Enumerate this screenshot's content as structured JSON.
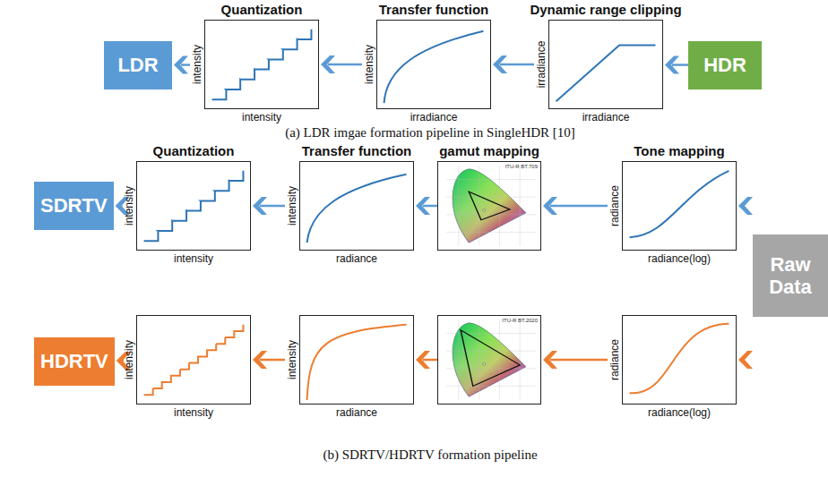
{
  "diagram": {
    "nodes": [
      {
        "text": [
          "LDR"
        ]
      },
      {
        "text": [
          "Quantization",
          "intensity",
          "intensity"
        ]
      },
      {
        "text": [
          "Transfer function",
          "intensity",
          "irradiance"
        ]
      },
      {
        "text": [
          "Dynamic range clipping",
          "irradiance",
          "irradiance"
        ]
      },
      {
        "text": [
          "HDR"
        ]
      },
      {
        "text": [
          "SDRTV"
        ]
      },
      {
        "text": [
          "Quantization",
          "intensity",
          "intensity"
        ]
      },
      {
        "text": [
          "Transfer function",
          "intensity",
          "radiance"
        ]
      },
      {
        "text": [
          "gamut mapping",
          "ITU-R BT.709"
        ]
      },
      {
        "text": [
          "Tone mapping",
          "radiance",
          "radiance(log)"
        ]
      },
      {
        "text": [
          "Raw Data"
        ]
      },
      {
        "text": [
          "HDRTV"
        ]
      },
      {
        "text": [
          "intensity",
          "intensity"
        ]
      },
      {
        "text": [
          "intensity",
          "radiance"
        ]
      },
      {
        "text": [
          "ITU-R BT.2020"
        ]
      },
      {
        "text": [
          "radiance",
          "radiance(log)"
        ]
      }
    ],
    "edges": [
      {
        "from": 4,
        "to": 3,
        "arrow": "to"
      },
      {
        "from": 3,
        "to": 2,
        "arrow": "to"
      },
      {
        "from": 2,
        "to": 1,
        "arrow": "to"
      },
      {
        "from": 1,
        "to": 0,
        "arrow": "to"
      },
      {
        "from": 10,
        "to": 9,
        "arrow": "to"
      },
      {
        "from": 9,
        "to": 8,
        "arrow": "to"
      },
      {
        "from": 8,
        "to": 7,
        "arrow": "to"
      },
      {
        "from": 7,
        "to": 6,
        "arrow": "to"
      },
      {
        "from": 6,
        "to": 5,
        "arrow": "to"
      },
      {
        "from": 10,
        "to": 15,
        "arrow": "to"
      },
      {
        "from": 15,
        "to": 14,
        "arrow": "to"
      },
      {
        "from": 14,
        "to": 13,
        "arrow": "to"
      },
      {
        "from": 13,
        "to": 12,
        "arrow": "to"
      },
      {
        "from": 12,
        "to": 11,
        "arrow": "to"
      }
    ],
    "labels": [
      "(a) LDR imgae formation pipeline in SingleHDR [10]",
      "(b) SDRTV/HDRTV formation pipeline"
    ]
  }
}
